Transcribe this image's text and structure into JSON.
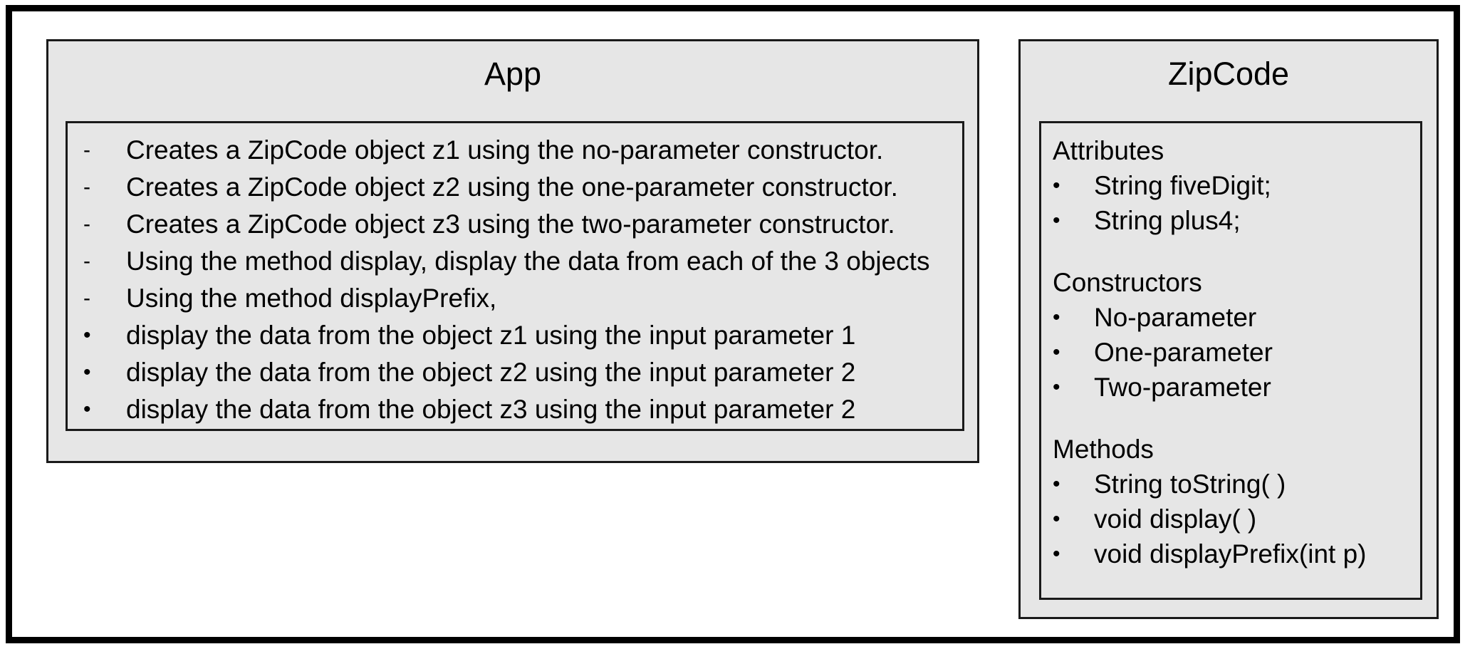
{
  "diagram": {
    "boxes": [
      {
        "title": "App",
        "lines": [
          {
            "bullet": "-",
            "text": "Creates a ZipCode object z1 using the no-parameter constructor."
          },
          {
            "bullet": "-",
            "text": "Creates a ZipCode object z2 using the one-parameter constructor."
          },
          {
            "bullet": "-",
            "text": "Creates a ZipCode object z3 using the two-parameter constructor."
          },
          {
            "bullet": "-",
            "text": "Using the method display, display the data from each of the 3 objects"
          },
          {
            "bullet": "-",
            "text": "Using the method displayPrefix,"
          },
          {
            "bullet": "•",
            "text": "display the data from the object z1 using the input parameter 1"
          },
          {
            "bullet": "•",
            "text": "display the data from the object z2 using the input parameter 2"
          },
          {
            "bullet": "•",
            "text": "display the data from the object z3 using the input parameter 2"
          }
        ]
      },
      {
        "title": "ZipCode",
        "sections": [
          {
            "heading": "Attributes",
            "items": [
              {
                "bullet": "•",
                "text": "String fiveDigit;"
              },
              {
                "bullet": "•",
                "text": "String plus4;"
              }
            ]
          },
          {
            "heading": "Constructors",
            "items": [
              {
                "bullet": "•",
                "text": "No-parameter"
              },
              {
                "bullet": "•",
                "text": "One-parameter"
              },
              {
                "bullet": "•",
                "text": "Two-parameter"
              }
            ]
          },
          {
            "heading": "Methods",
            "items": [
              {
                "bullet": "•",
                "text": "String toString( )"
              },
              {
                "bullet": "•",
                "text": "void display( )"
              },
              {
                "bullet": "•",
                "text": "void displayPrefix(int p)"
              }
            ]
          }
        ]
      }
    ],
    "colors": {
      "box_fill": "#e6e6e6",
      "box_border": "#1a1a1a",
      "frame_border": "#000000",
      "text": "#000000",
      "page_background": "#ffffff"
    }
  }
}
